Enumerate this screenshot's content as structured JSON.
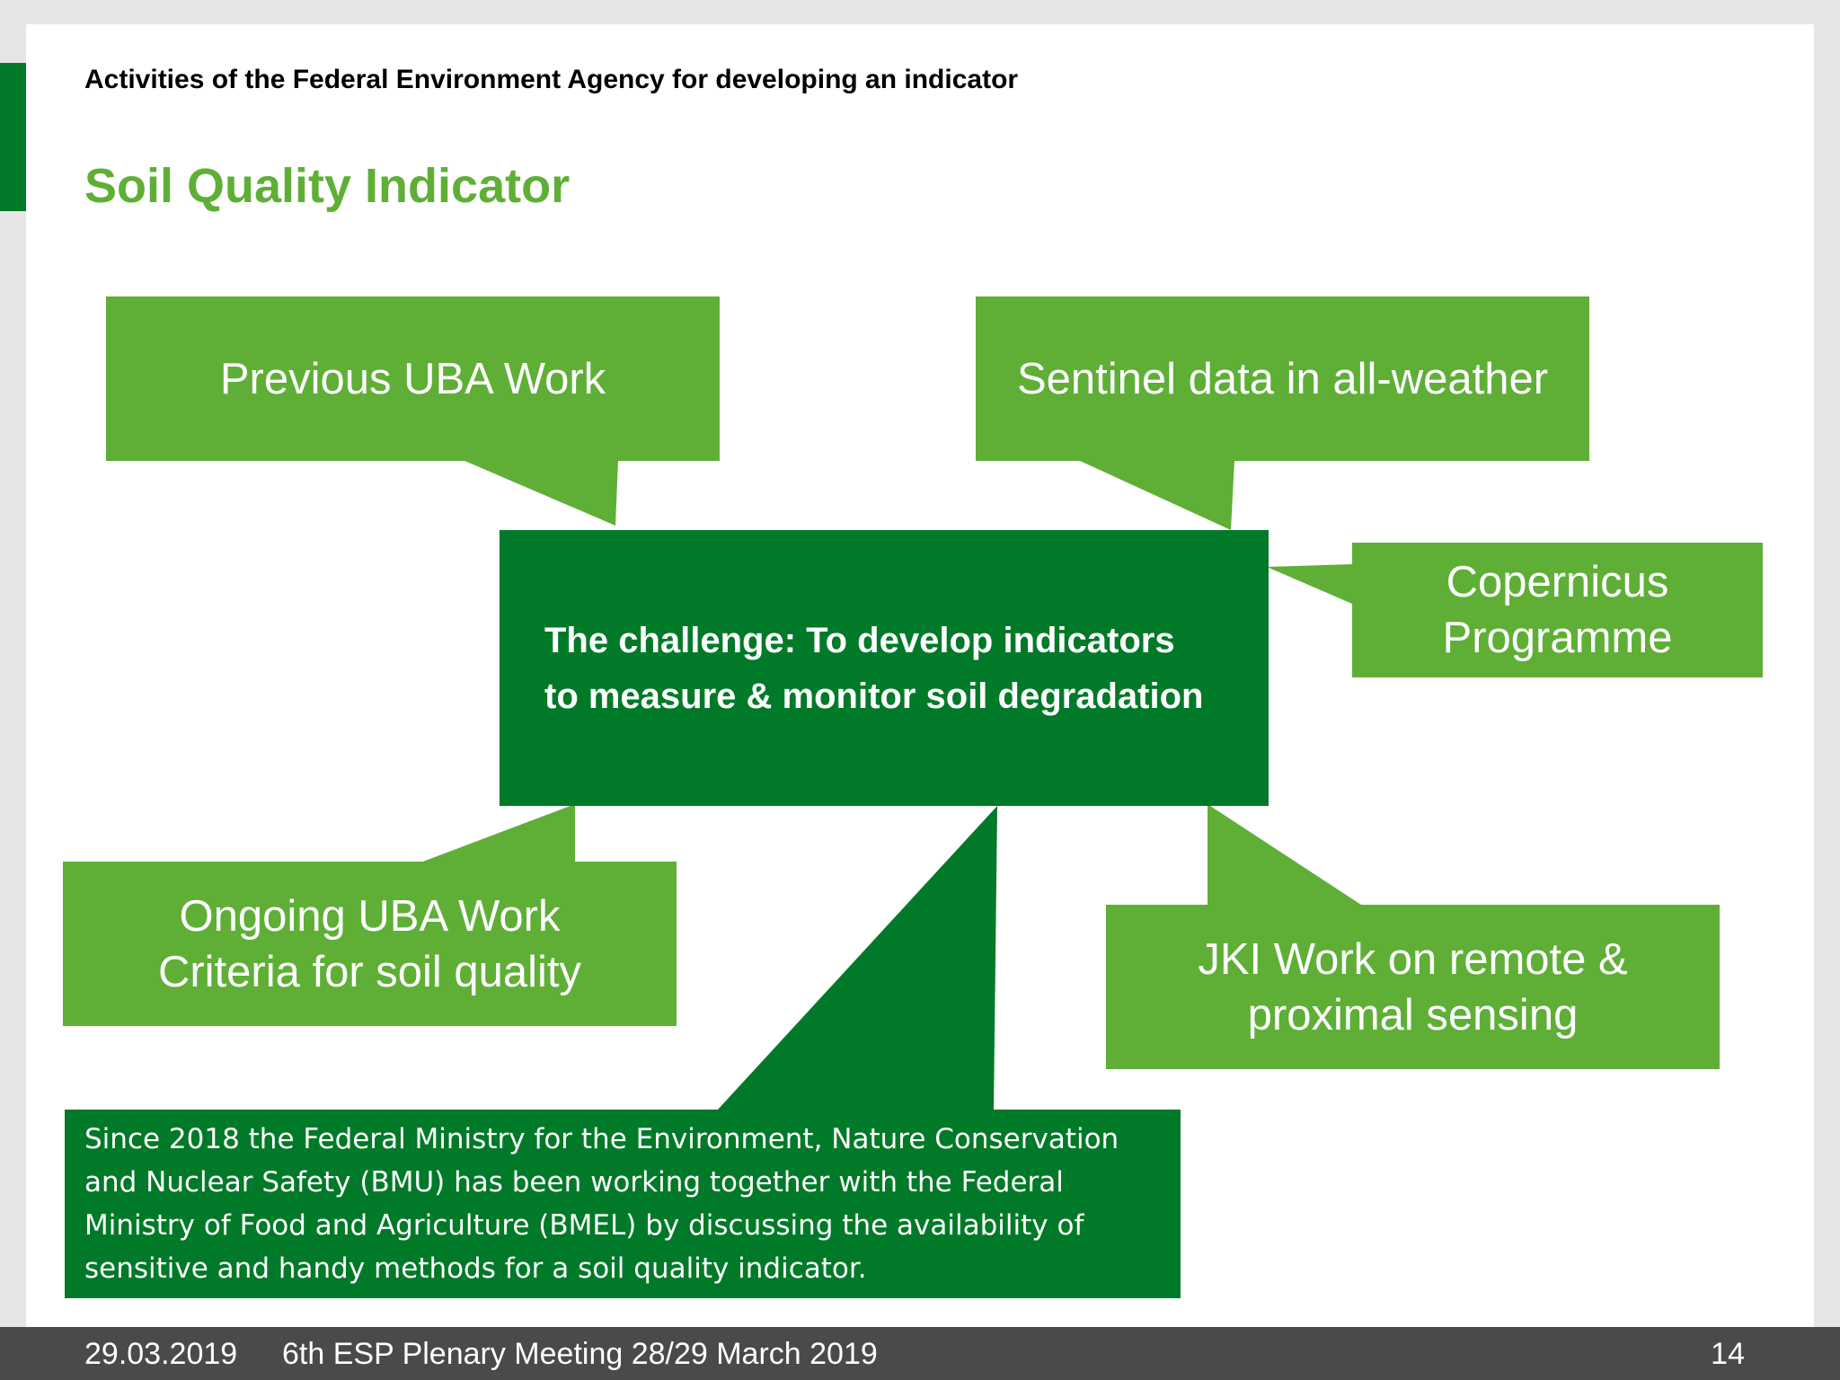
{
  "header": {
    "title": "Activities of the Federal Environment Agency for developing an indicator"
  },
  "slide_title": "Soil Quality Indicator",
  "diagram": {
    "center": {
      "line1": "The challenge: To develop indicators",
      "line2": "to measure & monitor soil degradation"
    },
    "nodes": [
      {
        "line1": "Previous UBA Work"
      },
      {
        "line1": "Sentinel data in all-weather"
      },
      {
        "line1": "Copernicus",
        "line2": "Programme"
      },
      {
        "line1": "Ongoing UBA Work",
        "line2": "Criteria for soil quality"
      },
      {
        "line1": "JKI Work on remote &",
        "line2": "proximal sensing"
      }
    ],
    "ministry": {
      "text": "Since 2018 the Federal Ministry for the Environment, Nature Conservation and Nuclear Safety (BMU) has been working together with the Federal Ministry of Food and Agriculture (BMEL) by discussing the availability of sensitive and handy methods for a soil quality indicator."
    },
    "colors": {
      "light_green": "#5faf37",
      "dark_green": "#007a28",
      "footer_gray": "#4a4a4a"
    }
  },
  "footer": {
    "date": "29.03.2019",
    "event": "6th ESP Plenary Meeting 28/29 March 2019",
    "page": "14"
  }
}
